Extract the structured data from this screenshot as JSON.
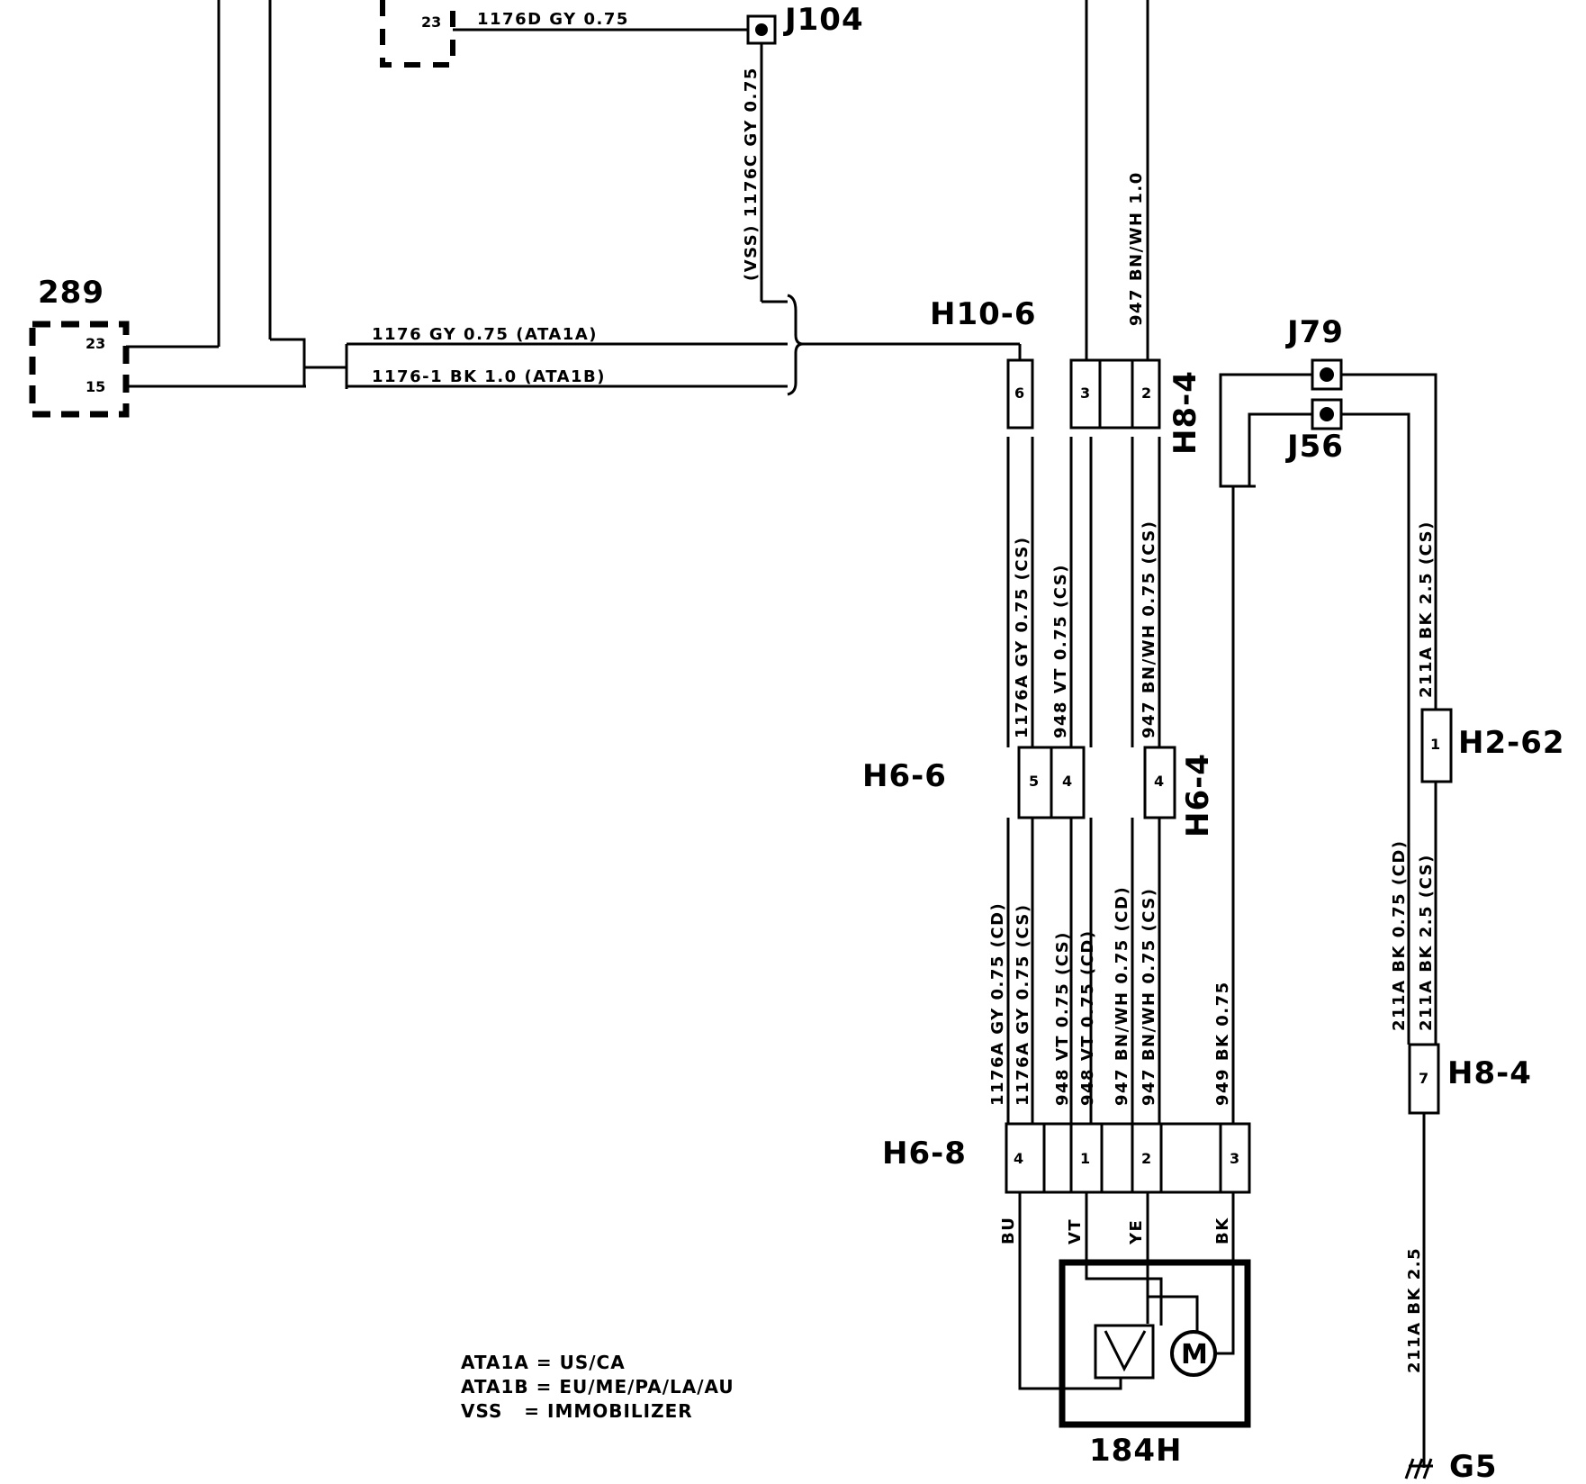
{
  "components": {
    "module_289": "289",
    "module_289_pin_23": "23",
    "module_289_pin_15": "15",
    "module_top_pin_23": "23",
    "motor_184H": "184H",
    "motor_symbol": "M",
    "ground_G5": "G5"
  },
  "splices": {
    "J104": "J104",
    "J79": "J79",
    "J56": "J56"
  },
  "connectors": {
    "H10_6": "H10-6",
    "H10_6_pin": "6",
    "H8_4_top": "H8-4",
    "H8_4_top_pin_a": "3",
    "H8_4_top_pin_b": "2",
    "H6_6": "H6-6",
    "H6_6_pin_a": "5",
    "H6_6_pin_b": "4",
    "H6_4": "H6-4",
    "H6_4_pin": "4",
    "H2_62": "H2-62",
    "H2_62_pin": "1",
    "H8_4_right": "H8-4",
    "H8_4_right_pin": "7",
    "H6_8": "H6-8",
    "H6_8_pins": [
      "4",
      "1",
      "2",
      "3"
    ]
  },
  "wires": {
    "w_1176D": "1176D   GY 0.75",
    "w_1176C": "(VSS)  1176C  GY 0.75",
    "w_1176": "1176   GY 0.75   (ATA1A)",
    "w_1176_1": "1176-1    BK  1.0   (ATA1B)",
    "w_947_top": "947   BN/WH 1.0",
    "w_1176A_cs_upper": "1176A  GY 0.75   (CS)",
    "w_948_cs_upper": "948  VT 0.75   (CS)",
    "w_947_cs_upper": "947  BN/WH 0.75   (CS)",
    "w_211A_cs_upper": "211A  BK 2.5   (CS)",
    "w_1176A_cd_lower": "1176A  GY 0.75   (CD)",
    "w_1176A_cs_lower": "1176A  GY 0.75   (CS)",
    "w_948_cs_lower": "948  VT 0.75   (CS)",
    "w_948_cd_lower": "948  VT 0.75   (CD)",
    "w_947_cd_lower": "947  BN/WH 0.75   (CD)",
    "w_947_cs_lower": "947  BN/WH 0.75   (CS)",
    "w_949": "949   BK 0.75",
    "w_211A_cd_lower": "211A  BK 0.75   (CD)",
    "w_211A_cs_lower": "211A  BK 2.5   (CS)",
    "w_211A_ground": "211A   BK 2.5",
    "color_BU": "BU",
    "color_VT": "VT",
    "color_YE": "YE",
    "color_BK": "BK"
  },
  "legend": [
    "ATA1A = US/CA",
    "ATA1B = EU/ME/PA/LA/AU",
    "VSS   = IMMOBILIZER"
  ]
}
